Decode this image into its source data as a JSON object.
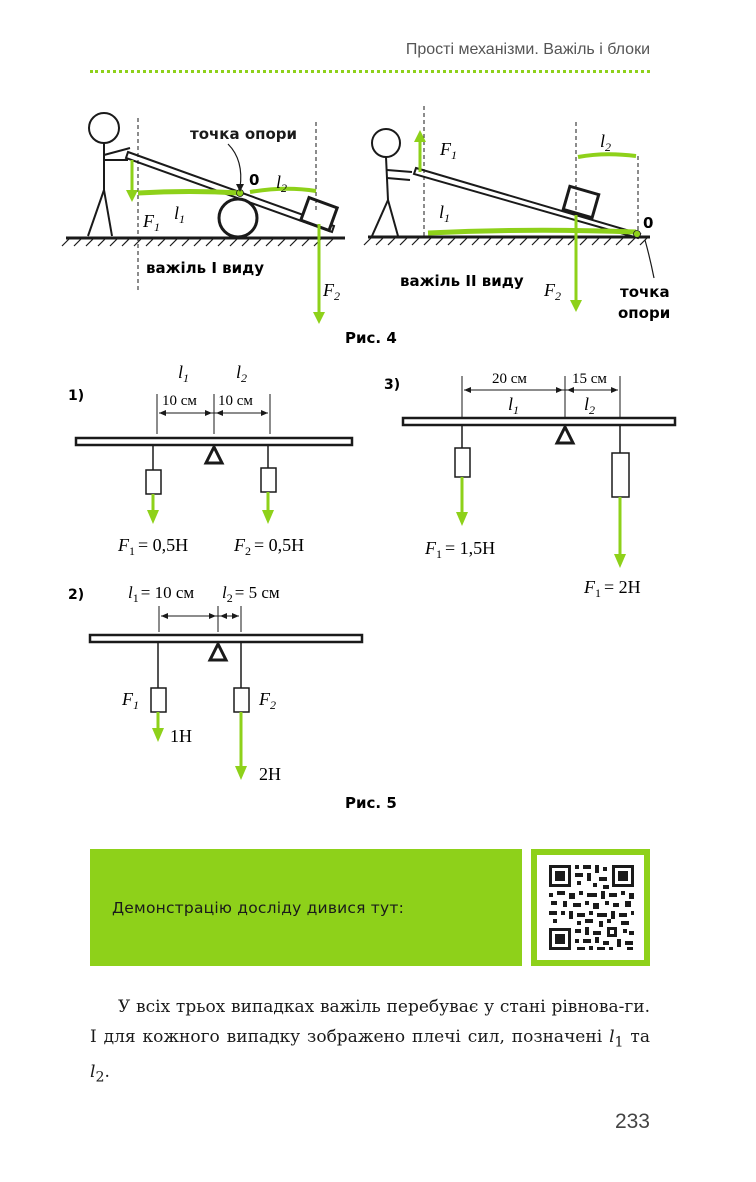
{
  "header": {
    "title": "Прості механізми. Важіль і блоки"
  },
  "fig4": {
    "fulcrum_label": "точка опори",
    "zero": "0",
    "l1": "l",
    "l2": "l",
    "sub1": "1",
    "sub2": "2",
    "F": "F",
    "lever1_label": "важіль І виду",
    "lever2_label": "важіль ІІ виду",
    "fulcrum_label_line1": "точка",
    "fulcrum_label_line2": "опори",
    "caption": "Рис. 4"
  },
  "fig5": {
    "case1": {
      "num": "1)",
      "l1": "l",
      "l2": "l",
      "d1": "10 см",
      "d2": "10 см",
      "f1": "= 0,5Н",
      "f2": "= 0,5Н"
    },
    "case2": {
      "num": "2)",
      "l1_text": "= 10 см",
      "l2_text": "= 5 см",
      "f1_val": "1Н",
      "f2_val": "2Н"
    },
    "case3": {
      "num": "3)",
      "d1": "20 см",
      "d2": "15 см",
      "f1": "= 1,5Н",
      "f2": "= 2Н"
    },
    "caption": "Рис. 5"
  },
  "demo": {
    "text": "Демонстрацію досліду дивися тут:"
  },
  "body": {
    "paragraph": "У всіх трьох випадках важіль перебуває у стані рівнова-ги. І для кожного випадку зображено плечі сил, позначені",
    "l": "l",
    "sub1": "1",
    "sub2": "2",
    "and": " та ",
    "end": "."
  },
  "page_number": "233",
  "colors": {
    "accent": "#8ed11a",
    "ink": "#1a1a1a"
  }
}
